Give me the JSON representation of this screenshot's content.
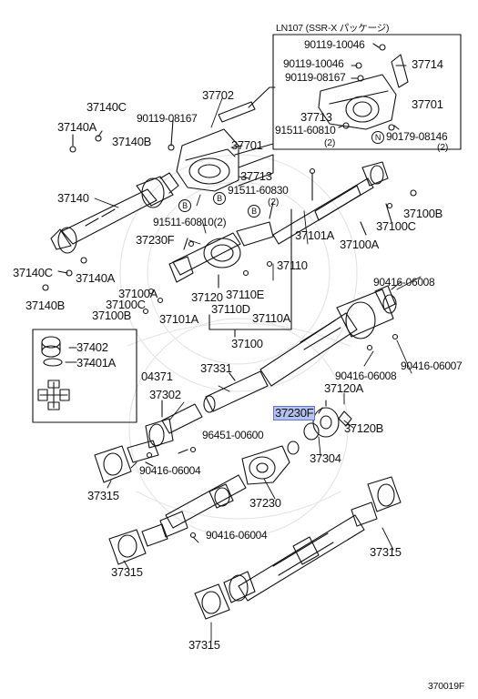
{
  "inset_header": "LN107 (SSR-X パッケージ)",
  "inset_labels": {
    "a": "90119-10046",
    "b": "90119-10046",
    "c": "90119-08167",
    "d": "37714",
    "e": "37701",
    "f": "37713",
    "g": "91511-60810",
    "g_qty": "(2)",
    "h_mark": "N",
    "h": "90179-08146",
    "h_qty": "(2)"
  },
  "labels": {
    "l37702": "37702",
    "l37140C": "37140C",
    "l90119_08167": "90119-08167",
    "l37140A_top": "37140A",
    "l37140B_top": "37140B",
    "l37701": "37701",
    "l37713": "37713",
    "l91511_60830": "91511-60830",
    "l91511_60830_qty": "(2)",
    "mark_b1": "B",
    "mark_b2": "B",
    "mark_b3": "B",
    "l37140": "37140",
    "l91511_60810": "91511-60810(2)",
    "l37100B": "37100B",
    "l37100C_r": "37100C",
    "l37100A_r": "37100A",
    "l37101A_r": "37101A",
    "l37230F_top": "37230F",
    "l37110": "37110",
    "l37140C_l": "37140C",
    "l37140A_l": "37140A",
    "l37140B_l": "37140B",
    "l37100A_m": "37100A",
    "l37100C_m": "37100C",
    "l37100B_m": "37100B",
    "l37101A_m": "37101A",
    "l37120": "37120",
    "l37110E": "37110E",
    "l37110D": "37110D",
    "l37110A": "37110A",
    "l37100": "37100",
    "l90416_06008_top": "90416-06008",
    "l90416_06007": "90416-06007",
    "l90416_06008_mid": "90416-06008",
    "l37402": "37402",
    "l37401A": "37401A",
    "l04371": "04371",
    "l37331": "37331",
    "l37120A": "37120A",
    "l37302": "37302",
    "l37230F_hl": "37230F",
    "l37120B": "37120B",
    "l96451_00600": "96451-00600",
    "l37304": "37304",
    "l90416_06004_a": "90416-06004",
    "l37315_a": "37315",
    "l37230": "37230",
    "l90416_06004_b": "90416-06004",
    "l37315_b": "37315",
    "l37315_c": "37315",
    "l37315_d": "37315"
  },
  "figure_id": "370019F",
  "highlight_color": "#b3c2ee"
}
